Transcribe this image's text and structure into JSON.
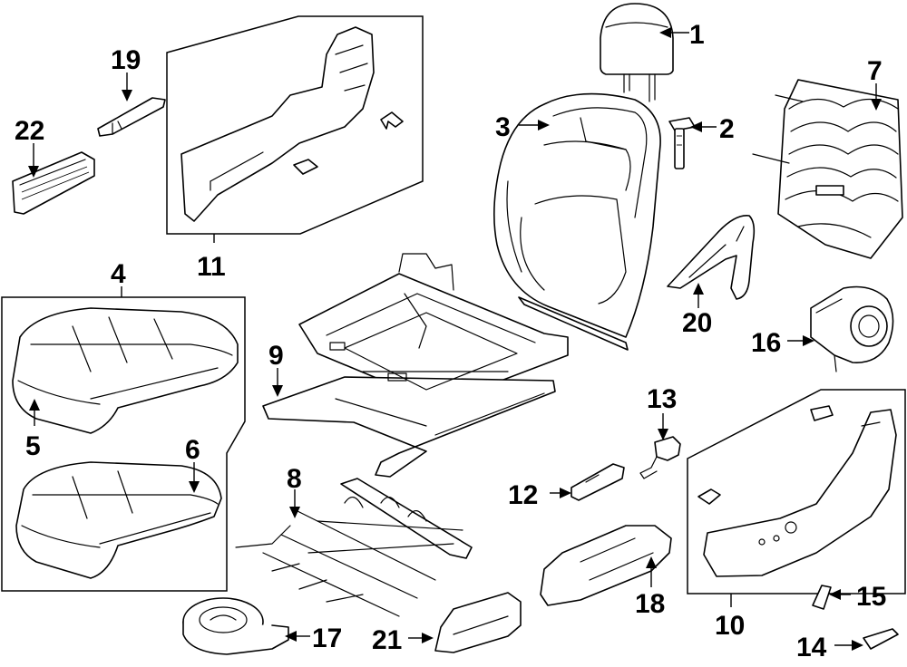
{
  "diagram": {
    "callouts": {
      "c1": "1",
      "c2": "2",
      "c3": "3",
      "c4": "4",
      "c5": "5",
      "c6": "6",
      "c7": "7",
      "c8": "8",
      "c9": "9",
      "c10": "10",
      "c11": "11",
      "c12": "12",
      "c13": "13",
      "c14": "14",
      "c15": "15",
      "c16": "16",
      "c17": "17",
      "c18": "18",
      "c19": "19",
      "c20": "20",
      "c21": "21",
      "c22": "22"
    },
    "line_color": "#000000",
    "background_color": "#ffffff"
  }
}
